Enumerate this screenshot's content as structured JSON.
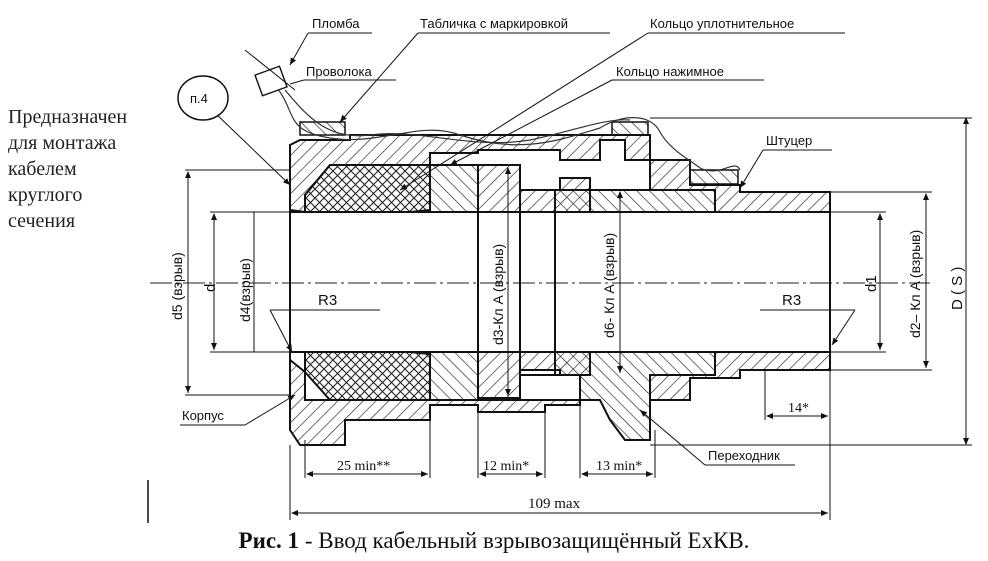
{
  "labels": {
    "plomba": "Пломба",
    "tablichka": "Табличка с маркировкой",
    "koltso_upl": "Кольцо уплотнительное",
    "provoloka": "Проволока",
    "koltso_nazh": "Кольцо нажимное",
    "p4": "п.4",
    "shtutser": "Штуцер",
    "korpus": "Корпус",
    "perekhodnik": "Переходник"
  },
  "side_note": [
    "Предназначен",
    "для монтажа",
    "кабелем",
    "круглого",
    "сечения"
  ],
  "dimensions": {
    "d5": "d5 (взрыв)",
    "d": "d",
    "d4": "d4(взрыв)",
    "r3_left": "R3",
    "d3": "d3-Кл A (взрыв)",
    "d6": "d6- Кл A (взрыв)",
    "r3_right": "R3",
    "d1": "d1",
    "d2": "d2– Кл A (взрыв)",
    "D": "D ( S )",
    "dim_25": "25 min**",
    "dim_12": "12 min*",
    "dim_13": "13 min*",
    "dim_14": "14*",
    "dim_109": "109 max"
  },
  "caption": {
    "prefix": "Рис. 1",
    "text": " - Ввод кабельный взрывозащищённый ЕхКВ."
  }
}
